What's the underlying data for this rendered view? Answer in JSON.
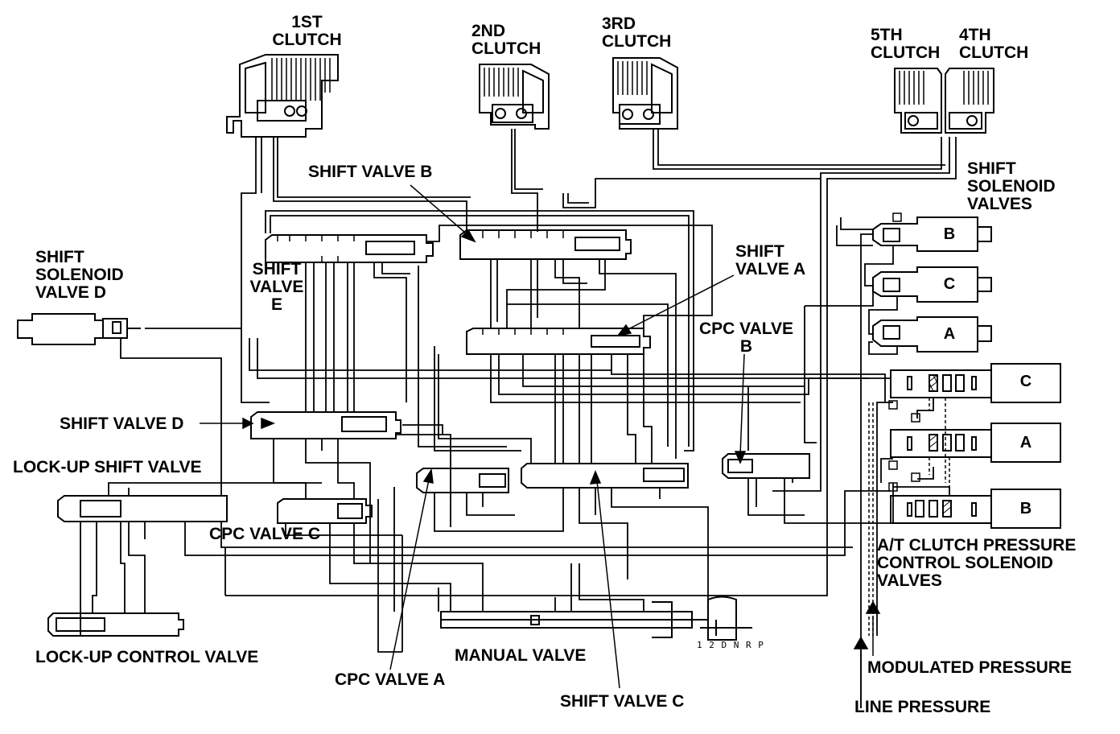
{
  "labels": {
    "clutch1_a": "1ST",
    "clutch1_b": "CLUTCH",
    "clutch2_a": "2ND",
    "clutch2_b": "CLUTCH",
    "clutch3_a": "3RD",
    "clutch3_b": "CLUTCH",
    "clutch5_a": "5TH",
    "clutch5_b": "CLUTCH",
    "clutch4_a": "4TH",
    "clutch4_b": "CLUTCH",
    "shift_valve_b": "SHIFT VALVE B",
    "shift_solenoid_valves_1": "SHIFT",
    "shift_solenoid_valves_2": "SOLENOID",
    "shift_solenoid_valves_3": "VALVES",
    "shift_solenoid_d_1": "SHIFT",
    "shift_solenoid_d_2": "SOLENOID",
    "shift_solenoid_d_3": "VALVE D",
    "shift_valve_e_1": "SHIFT",
    "shift_valve_e_2": "VALVE",
    "shift_valve_e_3": "E",
    "shift_valve_a_1": "SHIFT",
    "shift_valve_a_2": "VALVE A",
    "cpc_valve_b_1": "CPC VALVE",
    "cpc_valve_b_2": "B",
    "shift_valve_d": "SHIFT VALVE D",
    "lockup_shift_valve": "LOCK-UP SHIFT VALVE",
    "cpc_valve_c": "CPC VALVE C",
    "at_clutch_1": "A/T CLUTCH PRESSURE",
    "at_clutch_2": "CONTROL SOLENOID",
    "at_clutch_3": "VALVES",
    "lockup_control_valve": "LOCK-UP CONTROL VALVE",
    "manual_valve": "MANUAL VALVE",
    "cpc_valve_a": "CPC VALVE A",
    "shift_valve_c": "SHIFT VALVE C",
    "modulated_pressure": "MODULATED PRESSURE",
    "line_pressure": "LINE PRESSURE"
  },
  "solenoids": {
    "shift_b": "B",
    "shift_c": "C",
    "shift_a": "A",
    "pc_c": "C",
    "pc_a": "A",
    "pc_b": "B"
  },
  "manual_positions": "1 2 D N R   P"
}
